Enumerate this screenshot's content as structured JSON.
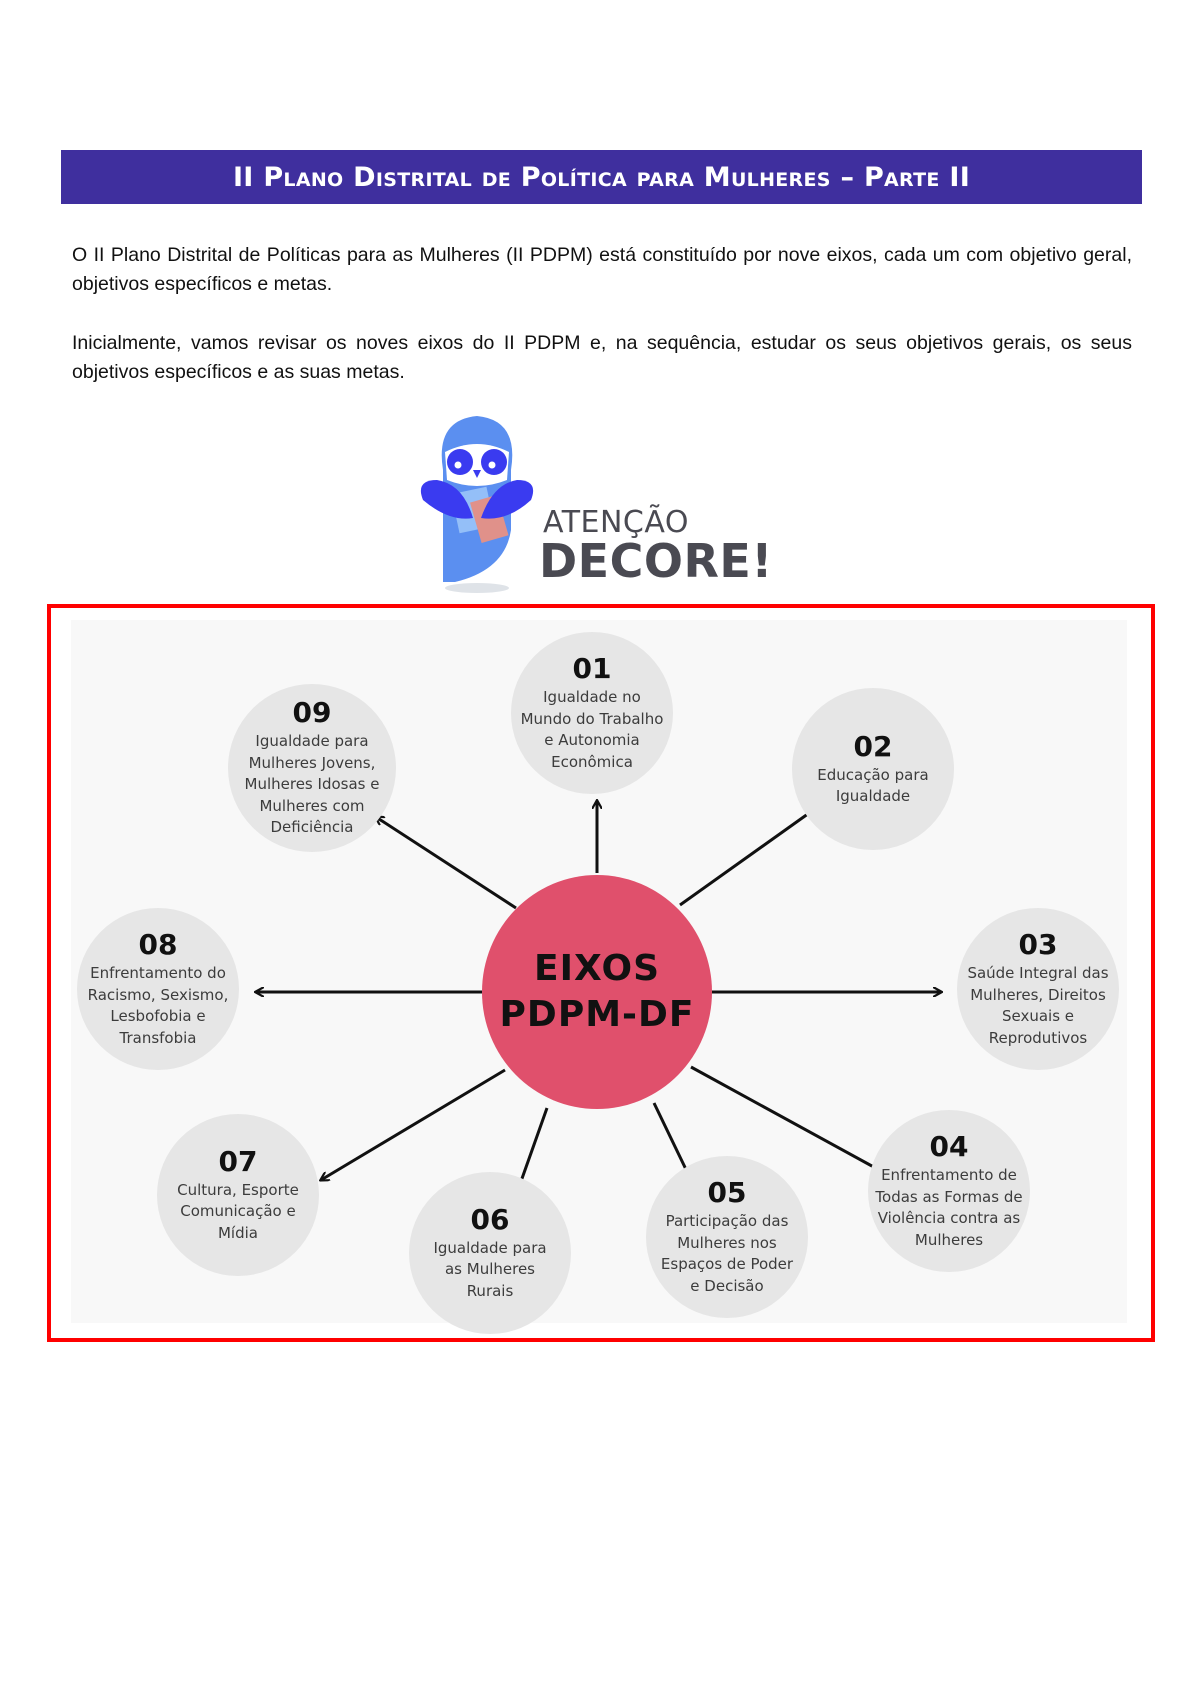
{
  "header": {
    "title": "II Plano Distrital de Política para Mulheres – Parte II",
    "bar_color": "#3f2f9e"
  },
  "body": {
    "paragraph_1": "O II Plano Distrital de Políticas para as Mulheres (II PDPM) está constituído por nove eixos, cada um com objetivo geral, objetivos específicos e metas.",
    "paragraph_2": "Inicialmente, vamos revisar os noves eixos do II PDPM e, na sequência, estudar os seus objetivos gerais, os seus objetivos específicos e as suas metas."
  },
  "callout": {
    "icon": "owl-mascot-icon",
    "line_1": "ATENÇÃO",
    "line_2": "DECORE!"
  },
  "diagram": {
    "frame_color": "#ff0000",
    "center": {
      "line_1": "EIXOS",
      "line_2": "PDPM-DF",
      "color": "#e0506c"
    },
    "eixos": [
      {
        "number": "01",
        "label": "Igualdade no\nMundo do Trabalho\ne Autonomia\nEconômica"
      },
      {
        "number": "02",
        "label": "Educação para\nIgualdade"
      },
      {
        "number": "03",
        "label": "Saúde Integral das\nMulheres, Direitos\nSexuais e\nReprodutivos"
      },
      {
        "number": "04",
        "label": "Enfrentamento de\nTodas as Formas de\nViolência contra as\nMulheres"
      },
      {
        "number": "05",
        "label": "Participação das\nMulheres nos\nEspaços de Poder\ne Decisão"
      },
      {
        "number": "06",
        "label": "Igualdade para\nas Mulheres\nRurais"
      },
      {
        "number": "07",
        "label": "Cultura, Esporte\nComunicação e\nMídia"
      },
      {
        "number": "08",
        "label": "Enfrentamento do\nRacismo, Sexismo,\nLesbofobia e\nTransfobia"
      },
      {
        "number": "09",
        "label": "Igualdade para\nMulheres Jovens,\nMulheres Idosas e\nMulheres com\nDeficiência"
      }
    ]
  }
}
